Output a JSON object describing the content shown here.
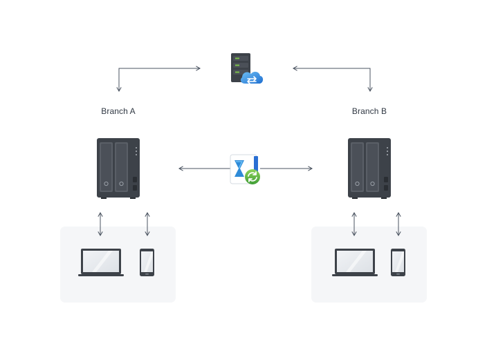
{
  "diagram": {
    "branches": [
      {
        "id": "branch-a",
        "label": "Branch A"
      },
      {
        "id": "branch-b",
        "label": "Branch B"
      }
    ],
    "nodes": [
      {
        "id": "cloud-server",
        "icon": "cloud-sync-server-icon"
      },
      {
        "id": "sync-app",
        "icon": "drive-sync-app-icon"
      },
      {
        "id": "nas-a",
        "icon": "nas-device-icon"
      },
      {
        "id": "nas-b",
        "icon": "nas-device-icon"
      },
      {
        "id": "laptop-a",
        "icon": "laptop-icon"
      },
      {
        "id": "phone-a",
        "icon": "smartphone-icon"
      },
      {
        "id": "laptop-b",
        "icon": "laptop-icon"
      },
      {
        "id": "phone-b",
        "icon": "smartphone-icon"
      }
    ],
    "connections": [
      {
        "from": "cloud-server",
        "to": "nas-a",
        "direction": "bidirectional"
      },
      {
        "from": "cloud-server",
        "to": "nas-b",
        "direction": "bidirectional"
      },
      {
        "from": "nas-a",
        "to": "nas-b",
        "direction": "bidirectional",
        "via": "sync-app"
      },
      {
        "from": "nas-a",
        "to": "laptop-a",
        "direction": "bidirectional"
      },
      {
        "from": "nas-a",
        "to": "phone-a",
        "direction": "bidirectional"
      },
      {
        "from": "nas-b",
        "to": "laptop-b",
        "direction": "bidirectional"
      },
      {
        "from": "nas-b",
        "to": "phone-b",
        "direction": "bidirectional"
      }
    ],
    "colors": {
      "line": "#4a5360",
      "panel": "#f5f6f8",
      "device_dark": "#3d4249",
      "device_mid": "#4b5058",
      "device_bay": "#5a5f67",
      "screen": "#e8ebef",
      "cloud_blue": "#2f8bd8",
      "sync_green": "#5cb848",
      "led_green": "#7cc04b"
    }
  }
}
